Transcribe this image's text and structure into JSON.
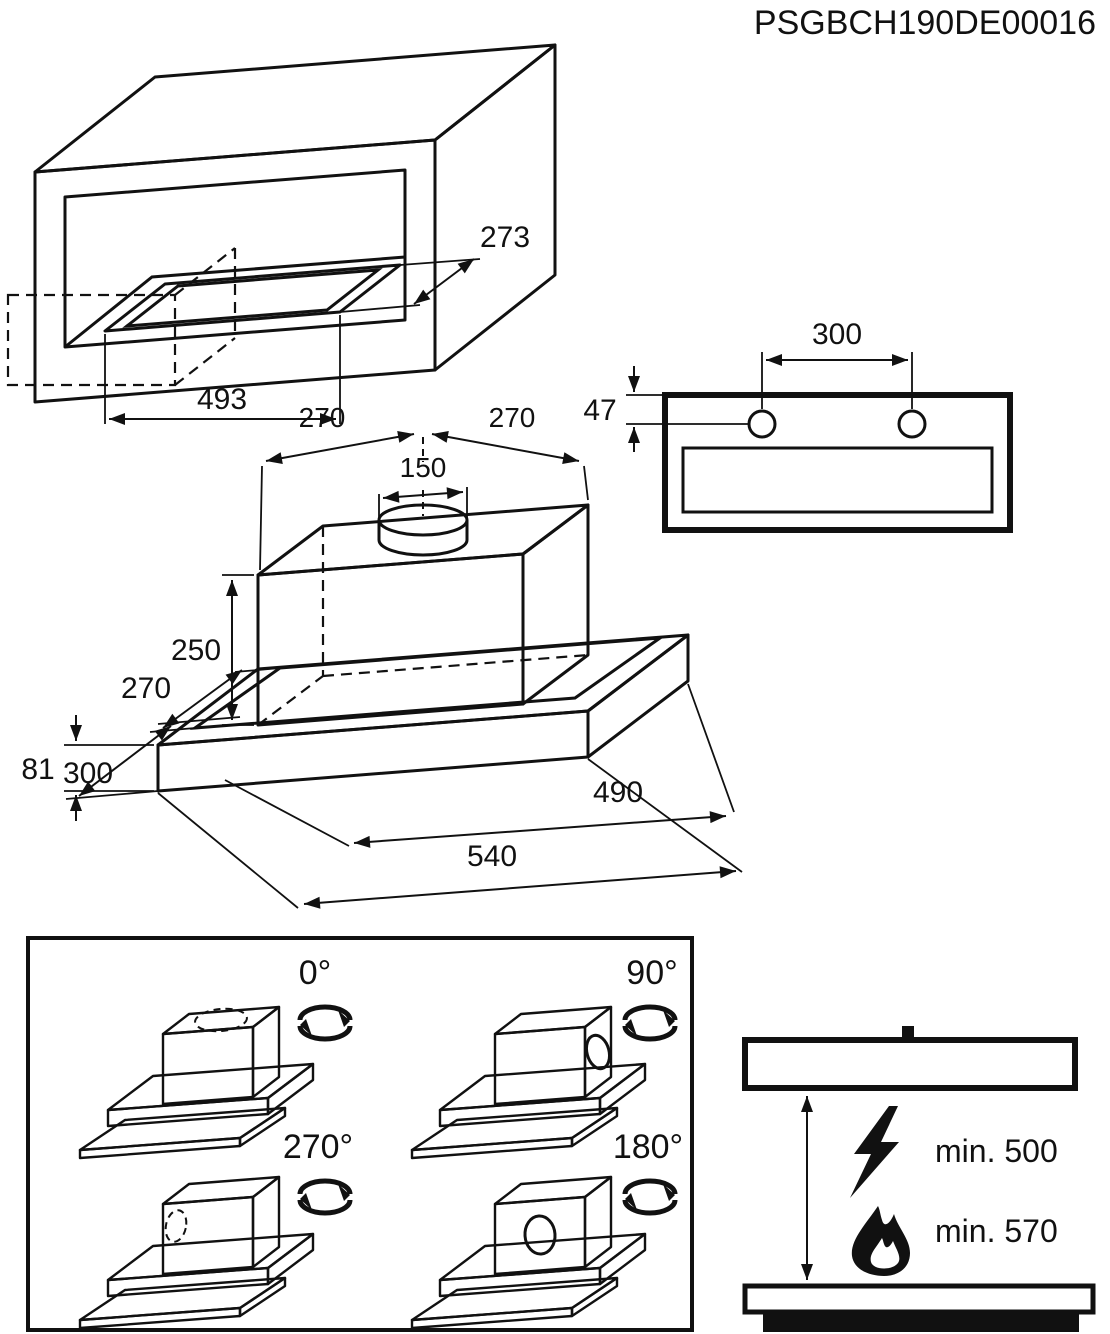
{
  "title": "PSGBCH190DE00016",
  "cabinet": {
    "cutout_depth": "273",
    "cutout_width": "493"
  },
  "template": {
    "hole_spacing": "300",
    "hole_offset": "47"
  },
  "hood": {
    "duct_left": "270",
    "duct_right": "270",
    "duct_diameter": "150",
    "chimney_height": "250",
    "body_height": "81",
    "body_depth": "300",
    "tray_depth": "270",
    "inner_width": "490",
    "total_width": "540"
  },
  "rotation": {
    "angles": [
      "0°",
      "90°",
      "270°",
      "180°"
    ]
  },
  "clearance": {
    "electric_min": "min. 500",
    "gas_min": "min. 570"
  }
}
